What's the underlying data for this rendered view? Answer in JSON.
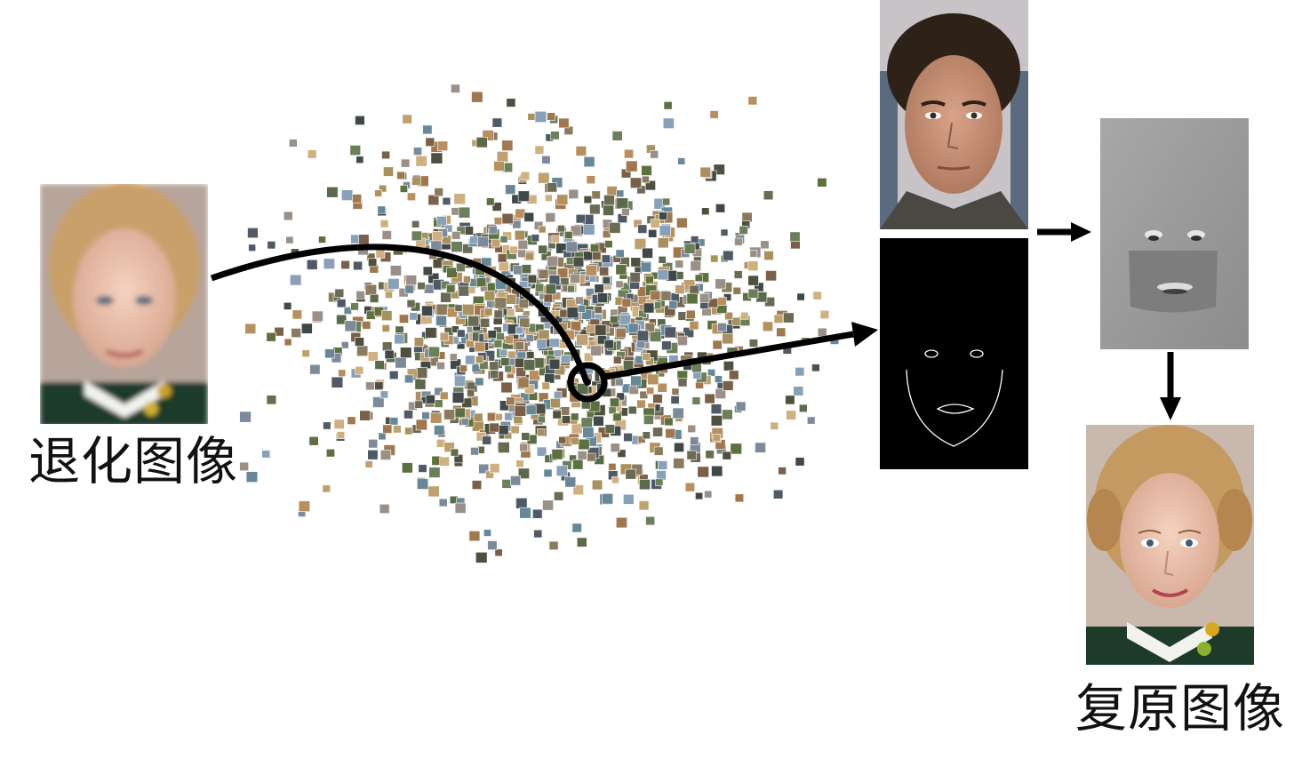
{
  "labels": {
    "input": "退化图像",
    "output": "复原图像"
  },
  "colors": {
    "arrow": "#000000",
    "landmark_bg": "#000000",
    "landmark_line": "#ffffff",
    "flow_bg": "#9a9a9a"
  },
  "cloud": {
    "tile_count": 1400,
    "palette": [
      "#6b6b55",
      "#8a7a5e",
      "#a8905f",
      "#5a6a4a",
      "#7c8a9a",
      "#4f5a66",
      "#b89060",
      "#6a7f5a",
      "#9a9088",
      "#505040",
      "#c0a070",
      "#7a6048",
      "#88a0b8",
      "#404848",
      "#a07850",
      "#68889a",
      "#d0b080",
      "#5c7040"
    ]
  }
}
